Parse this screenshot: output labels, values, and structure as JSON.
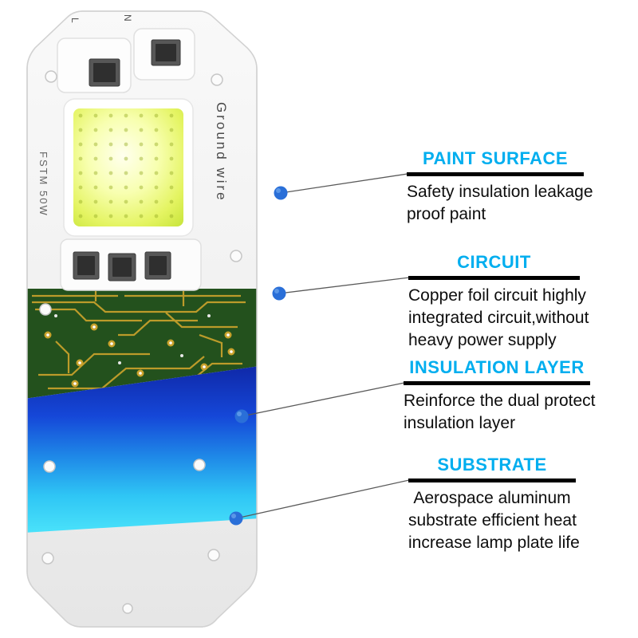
{
  "module": {
    "terminal_left_label": "L",
    "terminal_right_label": "N",
    "ground_wire_label": "Ground wire",
    "model_label": "FSTM 50W"
  },
  "callouts": [
    {
      "title": "PAINT SURFACE",
      "lines": [
        "Safety insulation leakage",
        "proof paint"
      ]
    },
    {
      "title": "CIRCUIT",
      "lines": [
        "Copper foil circuit highly",
        "integrated circuit,without",
        "heavy power supply"
      ]
    },
    {
      "title": "INSULATION LAYER",
      "lines": [
        "Reinforce the dual protect",
        "insulation layer"
      ]
    },
    {
      "title": "SUBSTRATE",
      "lines": [
        "Aerospace aluminum",
        "substrate efficient heat",
        "increase lamp plate life"
      ]
    }
  ],
  "colors": {
    "accent": "#00aeef",
    "dot-blue": "#2a6fd8",
    "pcb-green": "#23511d",
    "insulation-blue": "#1535c8",
    "cob-yellow": "#e9f666",
    "plate-silver": "#efefef"
  }
}
